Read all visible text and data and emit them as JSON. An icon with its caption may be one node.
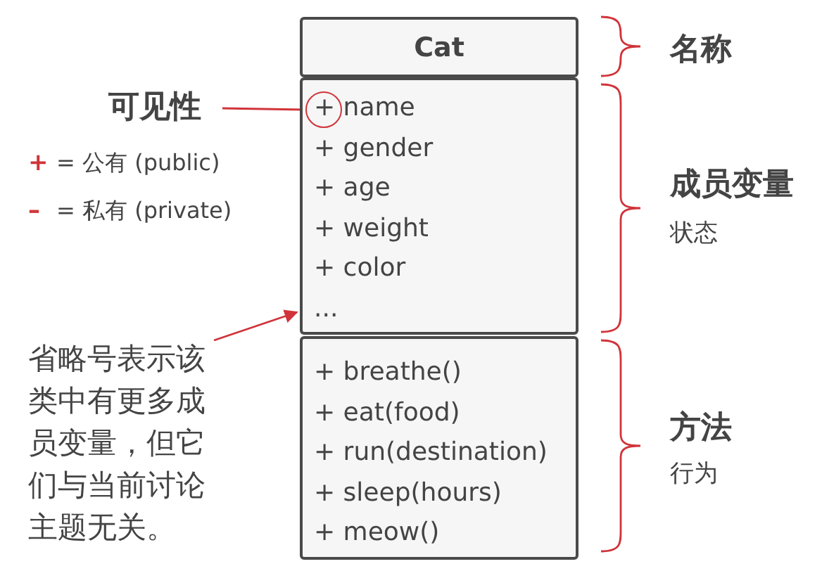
{
  "diagram": {
    "nodes": [
      {
        "text": [
          "Cat"
        ]
      },
      {
        "text": [
          "+ name",
          "+ gender",
          "+ age",
          "+ weight",
          "+ color",
          "..."
        ]
      },
      {
        "text": [
          "+ breathe()",
          "+ eat(food)",
          "+ run(destination)",
          "+ sleep(hours)",
          "+ meow()"
        ]
      },
      {
        "text": [
          "可见性"
        ]
      },
      {
        "text": [],
        "shape": "circle",
        "in": 1
      },
      {
        "text": [
          "省略号表示该类中有更多成员变量，但它们与当前讨论主题无关。"
        ]
      }
    ],
    "edges": [
      {
        "from": 3,
        "to": 4,
        "arrow": "none"
      },
      {
        "from": 5,
        "to": 1,
        "arrow": "to"
      }
    ],
    "labels": [
      "名称",
      "+",
      "= 公有 (public)",
      "–",
      "= 私有 (private)",
      "成员变量",
      "状态",
      "方法",
      "行为"
    ]
  }
}
